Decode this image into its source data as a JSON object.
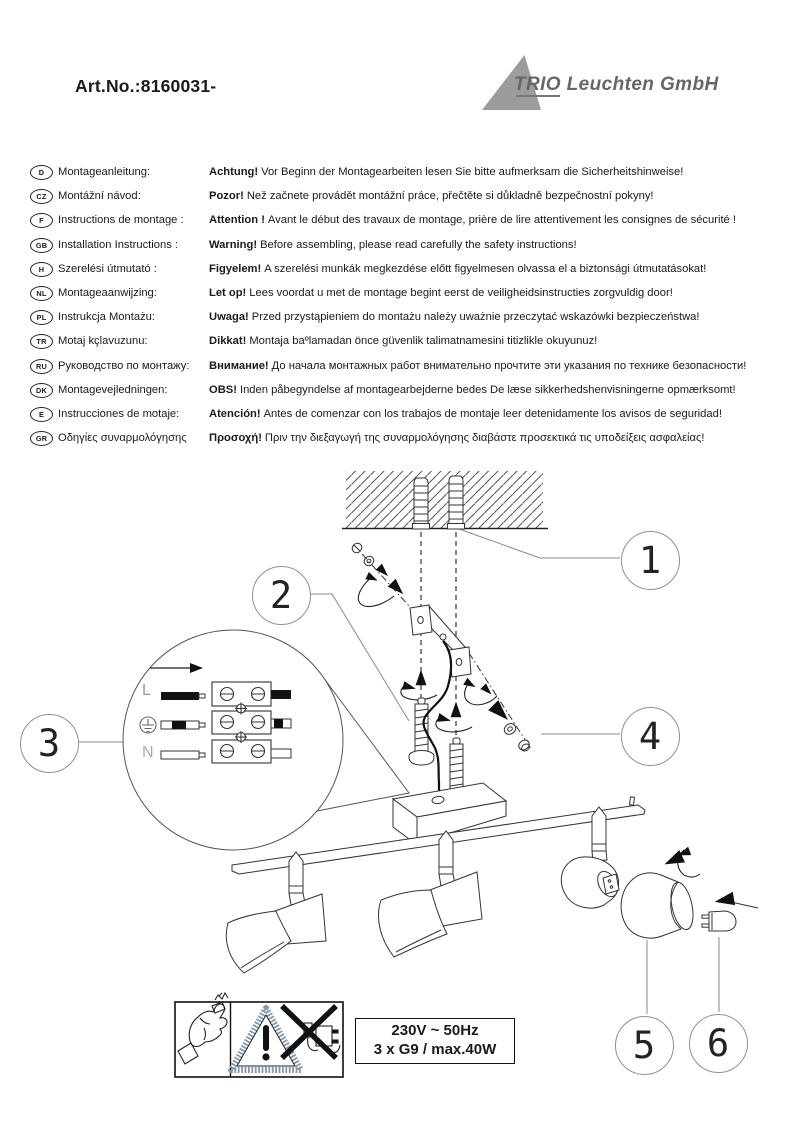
{
  "header": {
    "art_no": "Art.No.:8160031-",
    "logo": "TRIO Leuchten GmbH"
  },
  "languages": [
    {
      "code": "D",
      "label": "Montageanleitung:",
      "warn_bold": "Achtung!",
      "warn_rest": "Vor Beginn der Montagearbeiten lesen Sie bitte aufmerksam die Sicherheitshinweise!"
    },
    {
      "code": "CZ",
      "label": "Montážní návod:",
      "warn_bold": "Pozor!",
      "warn_rest": "Než začnete provádět montážní práce, přečtěte si důkladně bezpečnostní pokyny!"
    },
    {
      "code": "F",
      "label": "Instructions de montage :",
      "warn_bold": "Attention !",
      "warn_rest": "Avant le début des travaux de montage, prière de lire attentivement les consignes de sécurité !"
    },
    {
      "code": "GB",
      "label": "Installation Instructions :",
      "warn_bold": "Warning!",
      "warn_rest": "Before assembling, please read carefully the safety instructions!"
    },
    {
      "code": "H",
      "label": "Szerelési útmutató :",
      "warn_bold": "Figyelem!",
      "warn_rest": "A szerelési munkák megkezdése előtt figyelmesen olvassa el a biztonsági útmutatásokat!"
    },
    {
      "code": "NL",
      "label": "Montageaanwijzing:",
      "warn_bold": "Let op!",
      "warn_rest": "Lees voordat u met de montage begint eerst de veiligheidsinstructies zorgvuldig door!"
    },
    {
      "code": "PL",
      "label": "Instrukcja Montażu:",
      "warn_bold": "Uwaga!",
      "warn_rest": "Przed przystąpieniem do montażu należy uważnie przeczytać wskazówki bezpieczeństwa!"
    },
    {
      "code": "TR",
      "label": "Motaj kçlavuzunu:",
      "warn_bold": "Dikkat!",
      "warn_rest": "Montaja baºlamadan önce güvenlik talimatnamesini titizlikle okuyunuz!"
    },
    {
      "code": "RU",
      "label": "Руководство по монтажу:",
      "warn_bold": "Внимание!",
      "warn_rest": "До начала монтажных работ внимательно прочтите эти указания по технике безопасности!"
    },
    {
      "code": "DK",
      "label": "Montagevejledningen:",
      "warn_bold": "OBS!",
      "warn_rest": "Inden påbegyndelse af montagearbejderne bedes De læse sikkerhedshenvisningerne opmærksomt!"
    },
    {
      "code": "E",
      "label": "Instrucciones de motaje:",
      "warn_bold": "Atención!",
      "warn_rest": "Antes de comenzar con los trabajos de montaje leer detenidamente los avisos de seguridad!"
    },
    {
      "code": "GR",
      "label": "Οδηγίες συναρμολόγησης",
      "warn_bold": "Προσοχή!",
      "warn_rest": "Πριν την διεξαγωγή της συναρμολόγησης διαβάστε προσεκτικά τις υποδείξεις ασφαλείας!"
    }
  ],
  "callouts": [
    "1",
    "2",
    "3",
    "4",
    "5",
    "6"
  ],
  "wiring": {
    "live": "L",
    "neutral": "N"
  },
  "spec": {
    "line1": "230V ~ 50Hz",
    "line2": "3 x G9 / max.40W"
  },
  "icons": {
    "hand": "do-not-touch-lamp-with-bare-hand-icon",
    "triangle": "warning-triangle-icon",
    "plug": "no-mains-plug-crossed-out-icon",
    "earth": "earth-symbol-icon"
  },
  "colors": {
    "ink": "#1a1a1a",
    "leader": "#8a8a8a",
    "logo_gray": "#9c9c9c",
    "logo_text": "#666666",
    "triangle_stipple": "#8099ad"
  }
}
